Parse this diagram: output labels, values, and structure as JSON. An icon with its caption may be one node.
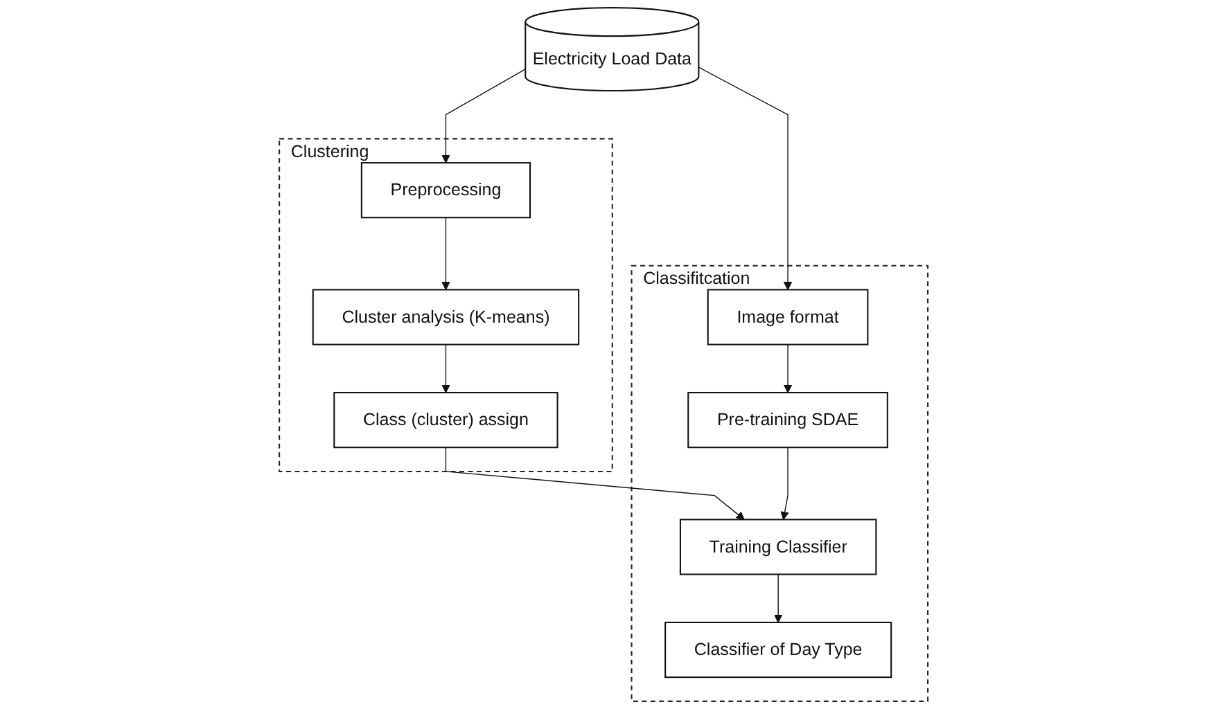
{
  "diagram": {
    "nodes": [
      {
        "text": [
          "Electricity Load Data"
        ]
      },
      {
        "text": [
          "Clustering"
        ]
      },
      {
        "text": [
          "Preprocessing"
        ],
        "in": 1
      },
      {
        "text": [
          "Cluster analysis (K-means)"
        ],
        "in": 1
      },
      {
        "text": [
          "Class (cluster) assign"
        ],
        "in": 1
      },
      {
        "text": [
          "Classifitcation"
        ]
      },
      {
        "text": [
          "Image format"
        ],
        "in": 5
      },
      {
        "text": [
          "Pre-training SDAE"
        ],
        "in": 5
      },
      {
        "text": [
          "Training Classifier"
        ],
        "in": 5
      },
      {
        "text": [
          "Classifier of Day Type"
        ],
        "in": 5
      }
    ],
    "edges": [
      {
        "from": 0,
        "to": 2,
        "arrow": "to"
      },
      {
        "from": 0,
        "to": 6,
        "arrow": "to"
      },
      {
        "from": 2,
        "to": 3,
        "arrow": "to"
      },
      {
        "from": 3,
        "to": 4,
        "arrow": "to"
      },
      {
        "from": 4,
        "to": 8,
        "arrow": "to"
      },
      {
        "from": 6,
        "to": 7,
        "arrow": "to"
      },
      {
        "from": 7,
        "to": 8,
        "arrow": "to"
      },
      {
        "from": 8,
        "to": 9,
        "arrow": "to"
      }
    ]
  }
}
